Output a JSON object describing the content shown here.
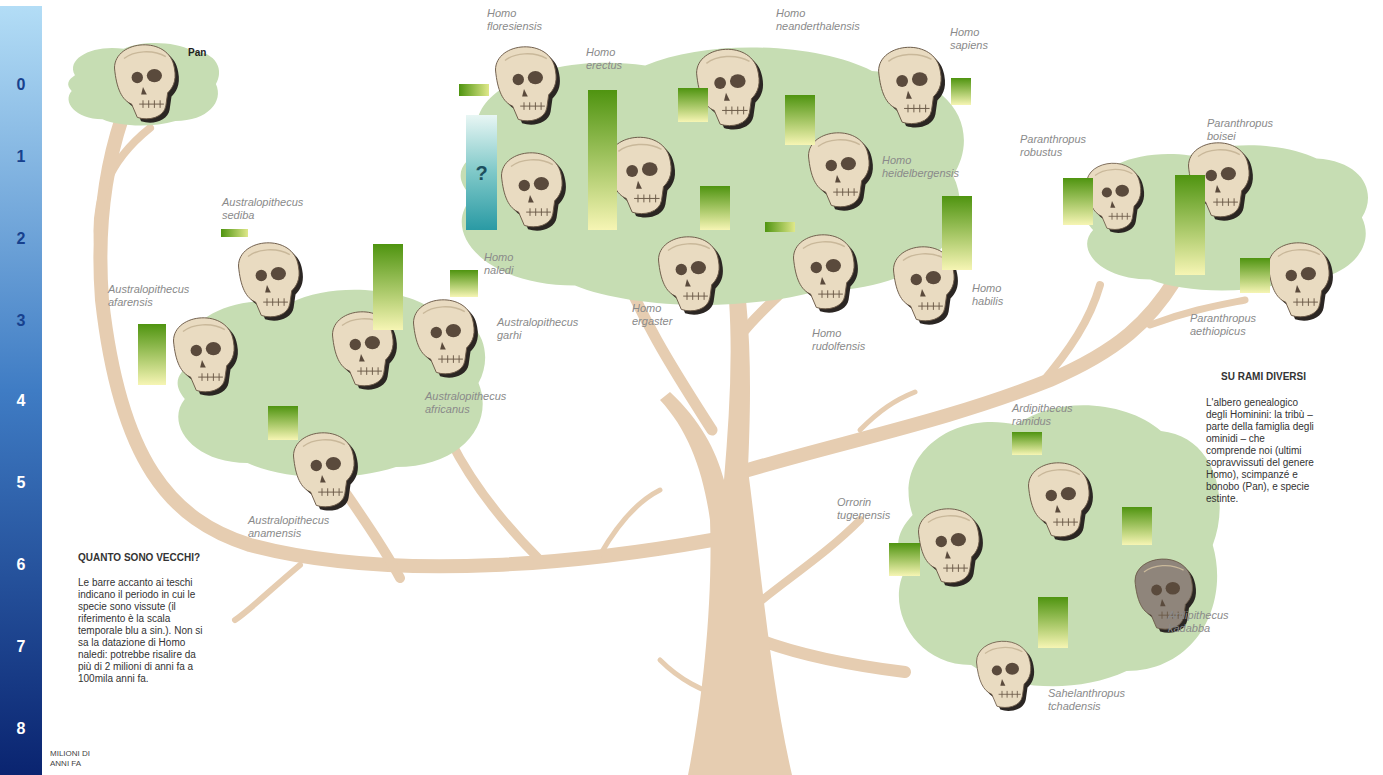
{
  "diagram": {
    "nodes": [
      {
        "text": [
          "Pan"
        ]
      },
      {
        "text": [
          "Australopithecus sediba",
          "Australopithecus afarensis",
          "Australopithecus garhi",
          "Australopithecus africanus",
          "Australopithecus anamensis"
        ]
      },
      {
        "text": [
          "Homo floresiensis",
          "Homo erectus",
          "Homo neanderthalensis",
          "Homo sapiens",
          "Homo heidelbergensis",
          "Homo naledi",
          "Homo ergaster",
          "Homo rudolfensis",
          "Homo habilis"
        ]
      },
      {
        "text": [
          "Paranthropus robustus",
          "Paranthropus boisei",
          "Paranthropus aethiopicus"
        ]
      },
      {
        "text": [
          "Ardipithecus ramidus",
          "Orrorin tugenensis",
          "Ardipithecus kadabba",
          "Sahelanthropus tchadensis"
        ]
      }
    ],
    "labels": [
      "0",
      "1",
      "2",
      "3",
      "4",
      "5",
      "6",
      "7",
      "8",
      "MILIONI DI ANNI FA",
      "?",
      "QUANTO SONO VECCHI?",
      "Le barre accanto ai teschi indicano il periodo in cui le specie sono vissute (il riferimento è la scala temporale blu a sin.). Non si sa la datazione di Homo naledi: potrebbe risalire da più di 2 milioni di anni fa a 100mila anni fa.",
      "SU RAMI DIVERSI",
      "L'albero genealogico degli Hominini: la tribù – parte della famiglia degli ominidi – che comprende noi (ultimi sopravvissuti del genere Homo), scimpanzé e bonobo (Pan), e specie estinte."
    ]
  }
}
